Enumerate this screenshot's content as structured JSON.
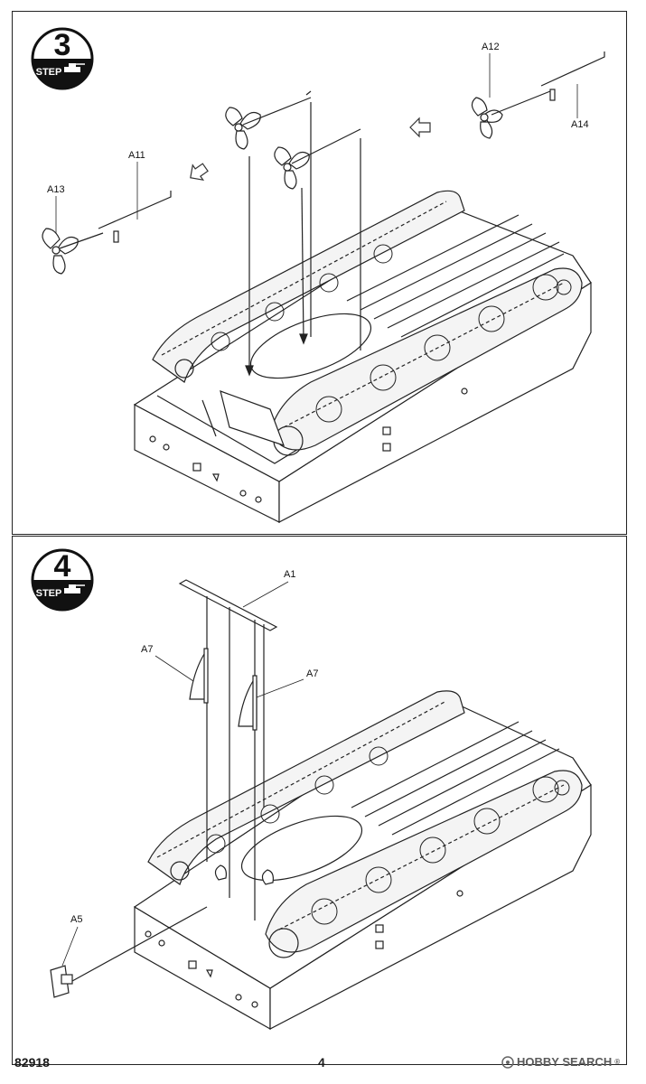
{
  "steps": [
    {
      "number": "3",
      "word": "STEP"
    },
    {
      "number": "4",
      "word": "STEP"
    }
  ],
  "step3_labels": {
    "a11": "A11",
    "a12": "A12",
    "a13": "A13",
    "a14": "A14"
  },
  "step4_labels": {
    "a1": "A1",
    "a7_left": "A7",
    "a7_right": "A7",
    "a5": "A5"
  },
  "footer": {
    "code": "82918",
    "page": "4",
    "watermark_brand": "HOBBY SEARCH",
    "watermark_mark": "®"
  },
  "icons": [
    "step-tank-icon",
    "assembly-direction-arrow-icon",
    "propeller-part",
    "hull-drawing"
  ]
}
